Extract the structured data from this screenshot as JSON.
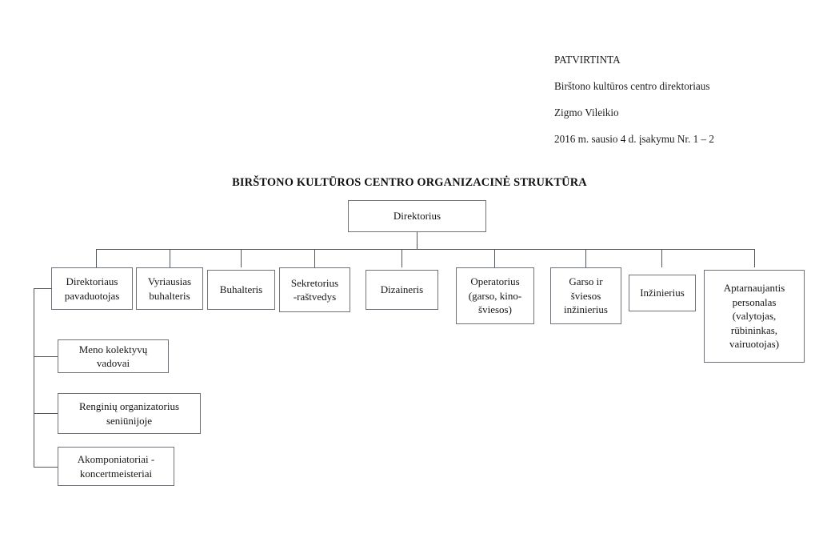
{
  "document": {
    "approval_block": [
      "PATVIRTINTA",
      "Birštono kultūros centro direktoriaus",
      "Zigmo Vileikio",
      "2016 m. sausio 4 d. įsakymu Nr. 1 – 2"
    ],
    "chart_title": "BIRŠTONO KULTŪROS CENTRO ORGANIZACINĖ STRUKTŪRA"
  },
  "chart_data": {
    "type": "diagram",
    "title": "BIRŠTONO KULTŪROS CENTRO ORGANIZACINĖ STRUKTŪRA",
    "root": {
      "id": "direktorius",
      "label": "Direktorius"
    },
    "level2": [
      {
        "id": "direktoriaus-pavaduotojas",
        "label": "Direktoriaus\npavaduotojas"
      },
      {
        "id": "vyriausias-buhalteris",
        "label": "Vyriausias\nbuhalteris"
      },
      {
        "id": "buhalteris",
        "label": "Buhalteris"
      },
      {
        "id": "sekretorius-rastvedys",
        "label": "Sekretorius\n-raštvedys"
      },
      {
        "id": "dizaineris",
        "label": "Dizaineris"
      },
      {
        "id": "operatorius",
        "label": "Operatorius\n(garso, kino-\nšviesos)"
      },
      {
        "id": "garso-ir-sviesos-inzinierius",
        "label": "Garso ir\nšviesos\ninžinierius"
      },
      {
        "id": "inzinierius",
        "label": "Inžinierius"
      },
      {
        "id": "aptarnaujantis-personalas",
        "label": "Aptarnaujantis\npersonalas\n(valytojas,\nrūbininkas,\nvairuotojas)"
      }
    ],
    "level3_under_direktoriaus_pavaduotojas": [
      {
        "id": "meno-kolektyvu-vadovai",
        "label": "Meno kolektyvų\nvadovai"
      },
      {
        "id": "renginiu-organizatorius-seniunijoje",
        "label": "Renginių organizatorius\nseniūnijoje"
      },
      {
        "id": "akomponiatoriai-koncertmeisteriai",
        "label": "Akomponiatoriai -\nkoncertmeisteriai"
      }
    ],
    "edges": [
      {
        "from": "direktorius",
        "to": "direktoriaus-pavaduotojas"
      },
      {
        "from": "direktorius",
        "to": "vyriausias-buhalteris"
      },
      {
        "from": "direktorius",
        "to": "buhalteris"
      },
      {
        "from": "direktorius",
        "to": "sekretorius-rastvedys"
      },
      {
        "from": "direktorius",
        "to": "dizaineris"
      },
      {
        "from": "direktorius",
        "to": "operatorius"
      },
      {
        "from": "direktorius",
        "to": "garso-ir-sviesos-inzinierius"
      },
      {
        "from": "direktorius",
        "to": "inzinierius"
      },
      {
        "from": "direktorius",
        "to": "aptarnaujantis-personalas"
      },
      {
        "from": "direktoriaus-pavaduotojas",
        "to": "meno-kolektyvu-vadovai"
      },
      {
        "from": "direktoriaus-pavaduotojas",
        "to": "renginiu-organizatorius-seniunijoje"
      },
      {
        "from": "direktoriaus-pavaduotojas",
        "to": "akomponiatoriai-koncertmeisteriai"
      }
    ],
    "colors": {
      "box_border": "#6f7276",
      "connector": "#53575b",
      "text": "#161616",
      "background": "#ffffff"
    }
  }
}
